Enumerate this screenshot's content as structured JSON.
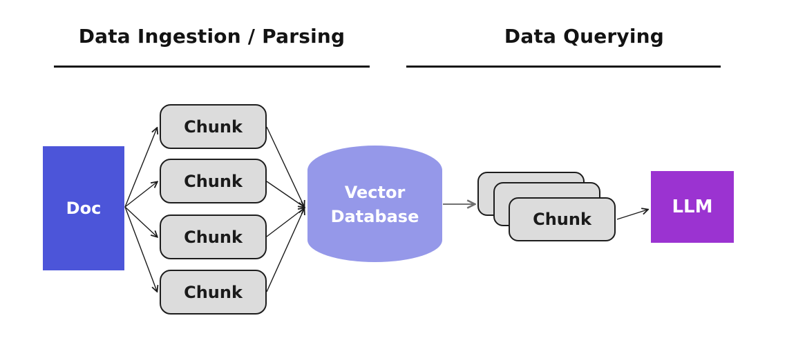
{
  "sections": {
    "ingestion": {
      "title": "Data Ingestion / Parsing"
    },
    "querying": {
      "title": "Data Querying"
    }
  },
  "nodes": {
    "doc": {
      "label": "Doc",
      "fill": "#4c55d9",
      "text_color": "#ffffff"
    },
    "chunk": {
      "label": "Chunk",
      "fill": "#dcdcdc",
      "border_color": "#1c1c1c",
      "text_color": "#1b1b1b",
      "count": 4
    },
    "vector_db": {
      "label_line1": "Vector",
      "label_line2": "Database",
      "fill": "#9598e9",
      "text_color": "#ffffff"
    },
    "retrieved_chunks": {
      "label": "Chunk",
      "stack_count": 3,
      "fill": "#dcdcdc",
      "border_color": "#1c1c1c",
      "text_color": "#1b1b1b"
    },
    "llm": {
      "label": "LLM",
      "fill": "#9b33d1",
      "text_color": "#ffffff"
    }
  },
  "edges": [
    {
      "from": "doc",
      "to": "chunk-1"
    },
    {
      "from": "doc",
      "to": "chunk-2"
    },
    {
      "from": "doc",
      "to": "chunk-3"
    },
    {
      "from": "doc",
      "to": "chunk-4"
    },
    {
      "from": "chunk-1",
      "to": "vector-database"
    },
    {
      "from": "chunk-2",
      "to": "vector-database"
    },
    {
      "from": "chunk-3",
      "to": "vector-database"
    },
    {
      "from": "chunk-4",
      "to": "vector-database"
    },
    {
      "from": "vector-database",
      "to": "retrieved-chunks"
    },
    {
      "from": "retrieved-chunks",
      "to": "llm"
    }
  ],
  "colors": {
    "arrow": "#1a1a1a",
    "query_arrow": "#707070",
    "title_text": "#131313",
    "divider": "#111111",
    "background": "#ffffff"
  }
}
